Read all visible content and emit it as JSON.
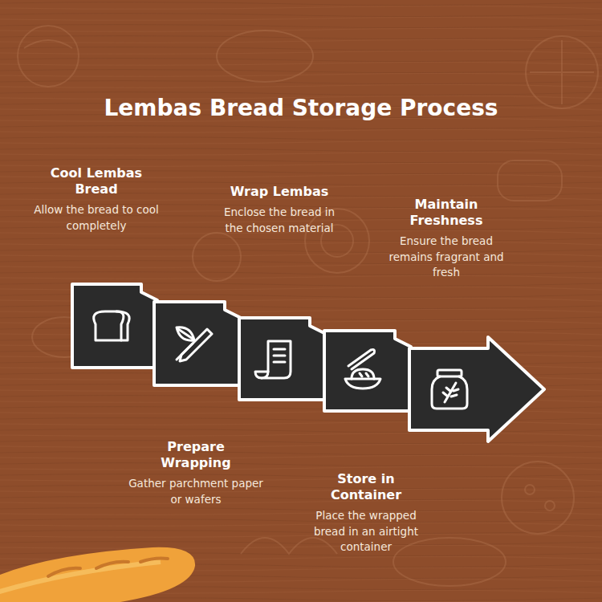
{
  "diagram": {
    "title": "Lembas Bread Storage Process",
    "nodes": [
      {
        "text": [
          "Cool Lembas Bread",
          "Allow the bread to cool completely"
        ]
      },
      {
        "text": [
          "Prepare Wrapping",
          "Gather parchment paper or wafers"
        ]
      },
      {
        "text": [
          "Wrap Lembas",
          "Enclose the bread in the chosen material"
        ]
      },
      {
        "text": [
          "Store in Container",
          "Place the wrapped bread in an airtight container"
        ]
      },
      {
        "text": [
          "Maintain Freshness",
          "Ensure the bread remains fragrant and fresh"
        ]
      }
    ]
  }
}
